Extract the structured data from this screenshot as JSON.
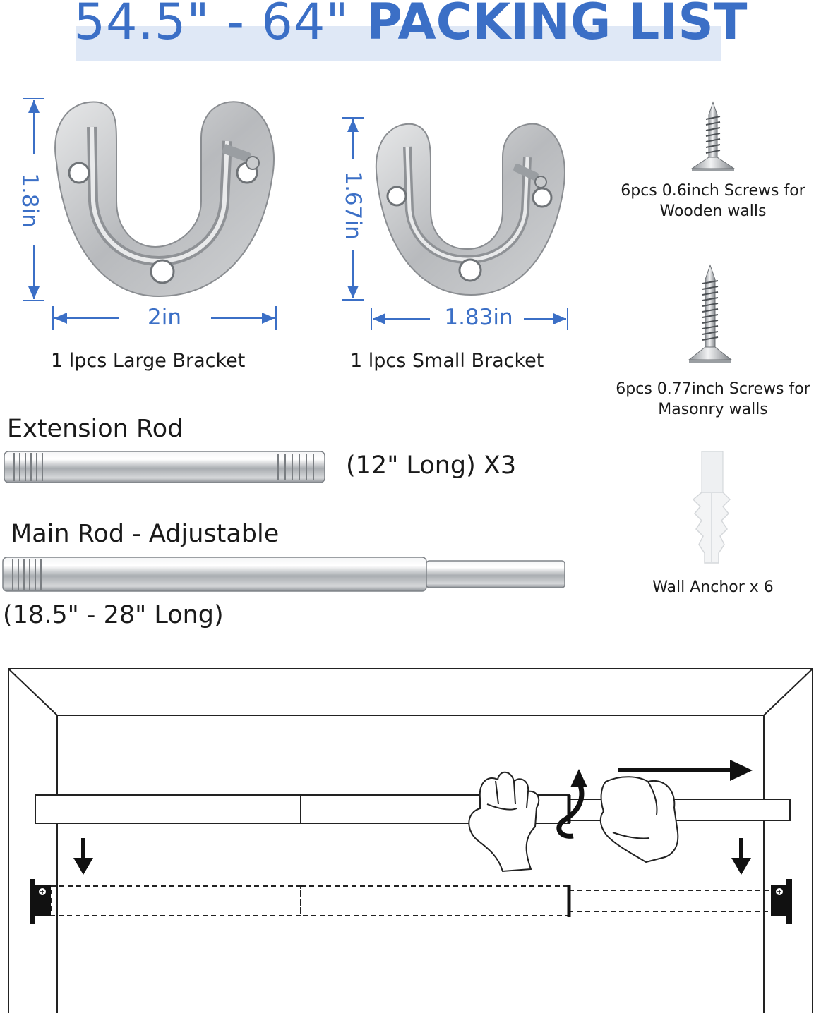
{
  "header": {
    "size_range": "54.5\" - 64\"",
    "title": "PACKING LIST"
  },
  "large_bracket": {
    "height_label": "1.8in",
    "width_label": "2in",
    "caption": "1 lpcs Large Bracket"
  },
  "small_bracket": {
    "height_label": "1.67in",
    "width_label": "1.83in",
    "caption": "1 lpcs Small Bracket"
  },
  "screws_wood": {
    "line1": "6pcs 0.6inch Screws for",
    "line2": "Wooden walls"
  },
  "screws_masonry": {
    "line1": "6pcs 0.77inch Screws for",
    "line2": "Masonry walls"
  },
  "wall_anchor": {
    "caption": "Wall Anchor x 6"
  },
  "extension_rod": {
    "label": "Extension Rod",
    "qty": "(12\" Long) X3"
  },
  "main_rod": {
    "label": "Main Rod - Adjustable",
    "length": "(18.5\" - 28\" Long)"
  },
  "colors": {
    "accent": "#3b6fc6",
    "band": "#dfe8f6",
    "steel": "#b9bcc0"
  },
  "icons": [
    "dimension-arrow-icon",
    "screw-icon",
    "wall-anchor-icon",
    "down-arrow-icon",
    "right-arrow-icon",
    "rotate-arrow-icon",
    "hand-icon"
  ]
}
